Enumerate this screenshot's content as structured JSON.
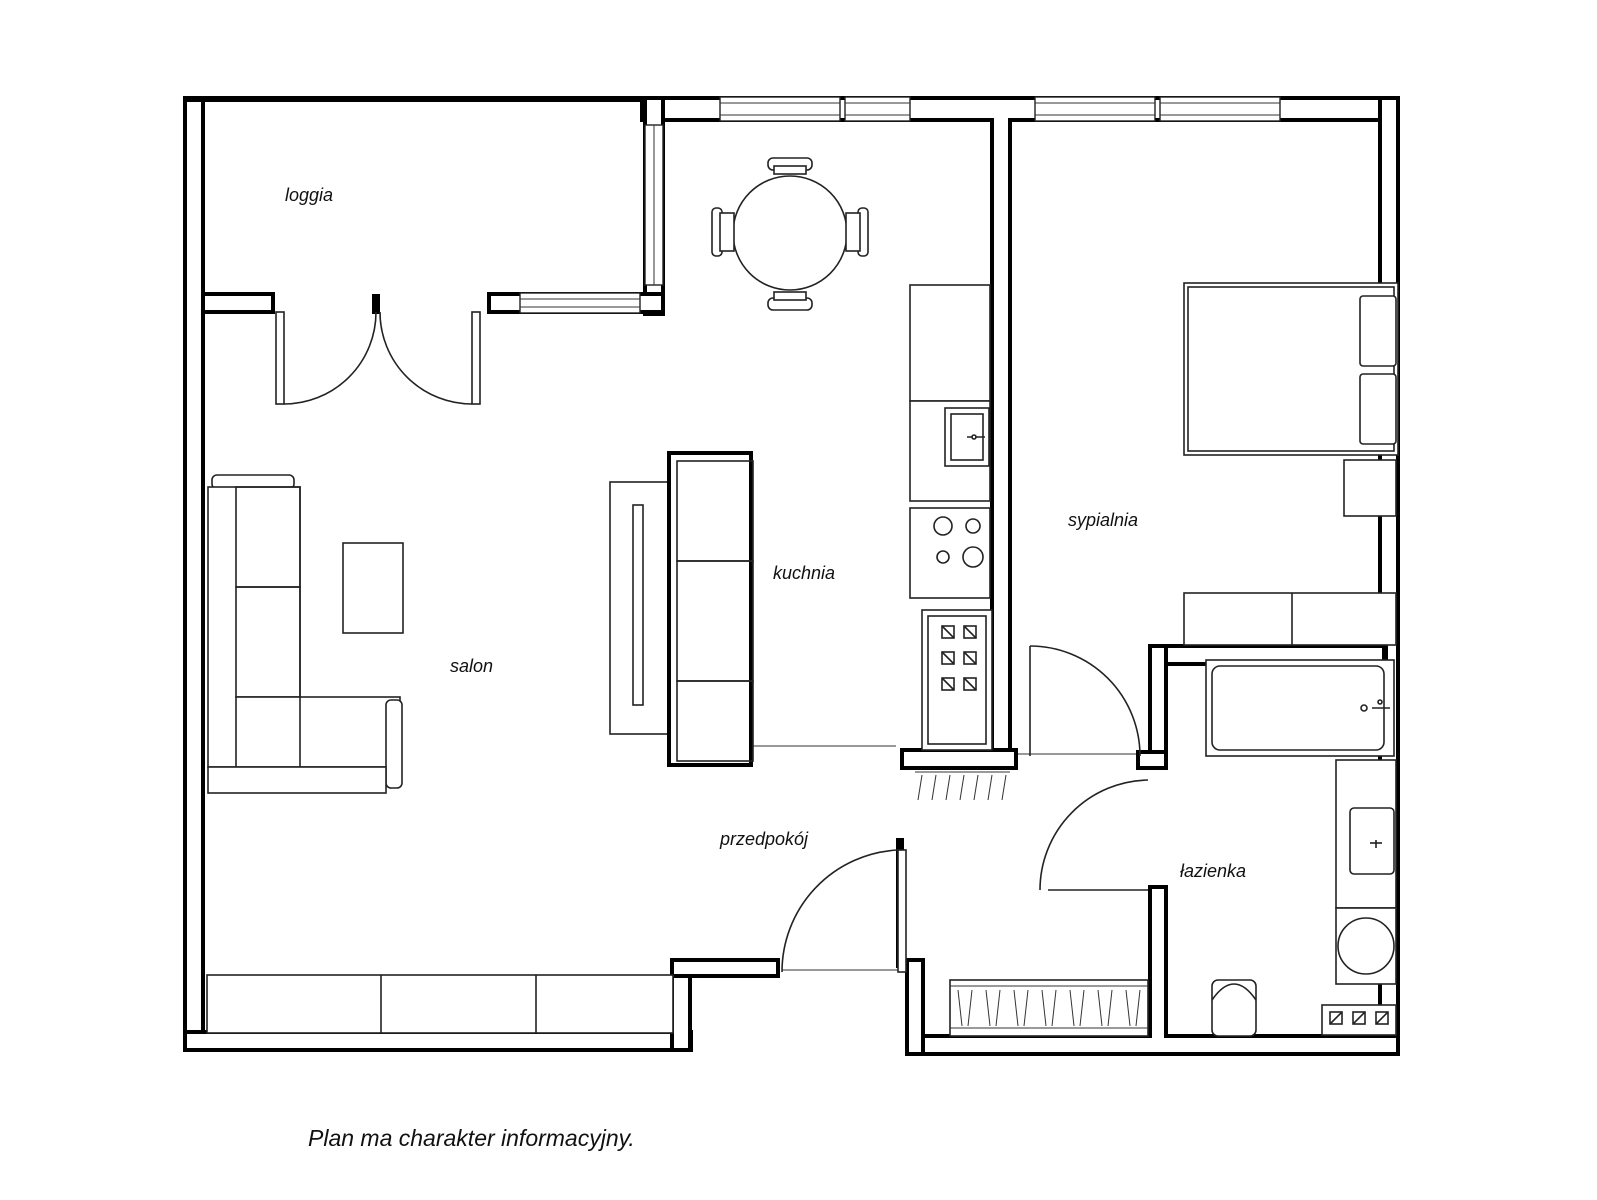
{
  "rooms": {
    "loggia": "loggia",
    "kitchen": "kuchnia",
    "bedroom": "sypialnia",
    "living_room": "salon",
    "hallway": "przedpokój",
    "bathroom": "łazienka"
  },
  "note": "Plan ma charakter informacyjny.",
  "colors": {
    "wall": "#000000",
    "background": "#ffffff",
    "line": "#222222"
  }
}
